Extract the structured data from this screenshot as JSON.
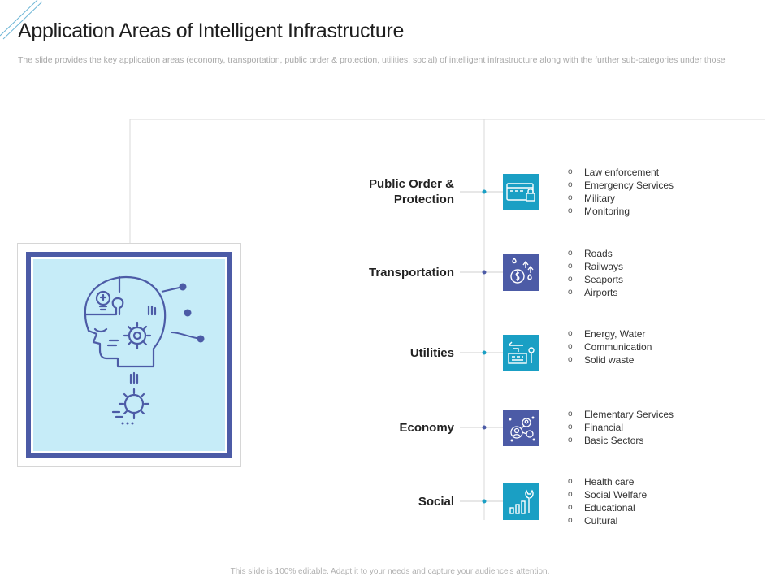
{
  "header": {
    "title": "Application Areas of Intelligent Infrastructure",
    "subtitle": "The slide provides the key application areas (economy, transportation, public order & protection, utilities, social) of intelligent infrastructure along with the further sub-categories under those"
  },
  "footer": {
    "text": "This slide is 100% editable. Adapt it to your needs and capture your audience's attention."
  },
  "colors": {
    "teal": "#1a9fc4",
    "indigo": "#4c5ba6",
    "light_blue": "#c6ecf8"
  },
  "areas": [
    {
      "label": "Public Order &\nProtection",
      "icon": "card-lock-icon",
      "color": "#1a9fc4",
      "items": [
        "Law enforcement",
        "Emergency Services",
        "Military",
        "Monitoring"
      ]
    },
    {
      "label": "Transportation",
      "icon": "money-drops-icon",
      "color": "#4c5ba6",
      "items": [
        "Roads",
        "Railways",
        "Seaports",
        "Airports"
      ]
    },
    {
      "label": "Utilities",
      "icon": "switchboard-icon",
      "color": "#1a9fc4",
      "items": [
        "Energy, Water",
        "Communication",
        "Solid waste"
      ]
    },
    {
      "label": "Economy",
      "icon": "people-network-icon",
      "color": "#4c5ba6",
      "items": [
        "Elementary Services",
        "Financial",
        "Basic Sectors"
      ]
    },
    {
      "label": "Social",
      "icon": "bar-chart-wrench-icon",
      "color": "#1a9fc4",
      "items": [
        "Health care",
        "Social Welfare",
        "Educational",
        "Cultural"
      ]
    }
  ],
  "bullet_symbol": "o"
}
